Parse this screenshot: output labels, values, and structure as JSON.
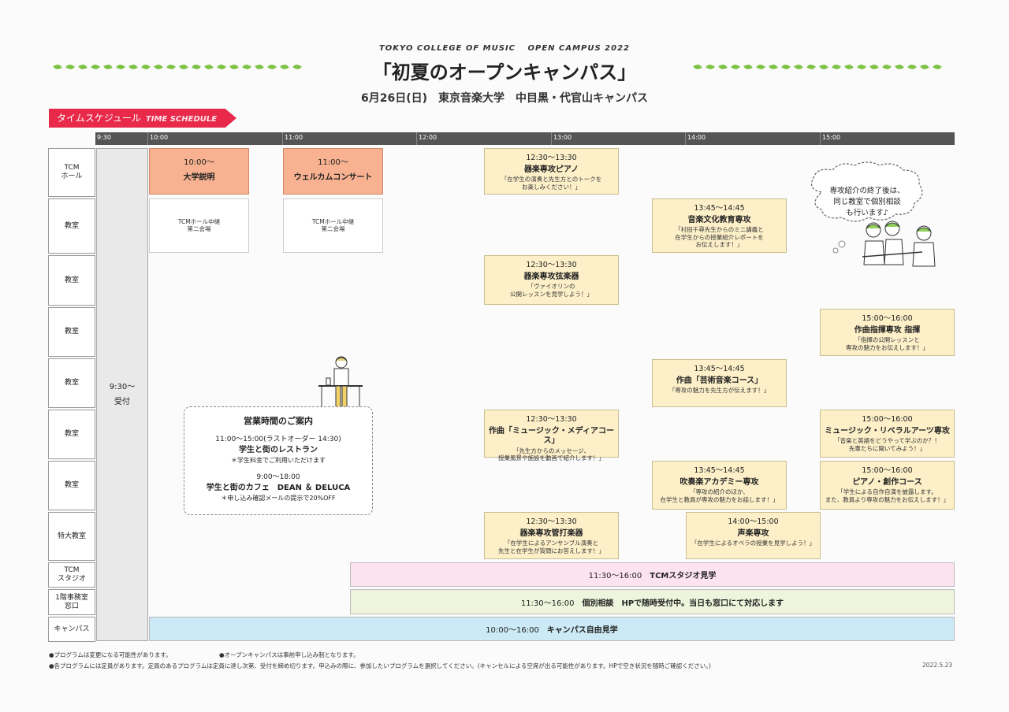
{
  "header": {
    "subtitle": "TOKYO COLLEGE OF MUSIC　 OPEN CAMPUS 2022",
    "title": "「初夏のオープンキャンパス」",
    "date_line": "6月26日(日)　東京音楽大学　中目黒・代官山キャンパス",
    "accent_color": "#e8294a",
    "leaf_color": "#7cc243"
  },
  "banner": {
    "label": "タイムスケジュール",
    "label_en": "TIME SCHEDULE"
  },
  "timeline": {
    "ticks": [
      "9:30",
      "10:00",
      "11:00",
      "12:00",
      "13:00",
      "14:00",
      "15:00"
    ]
  },
  "rows": [
    {
      "label": "TCM\nホール"
    },
    {
      "label": "教室"
    },
    {
      "label": "教室"
    },
    {
      "label": "教室"
    },
    {
      "label": "教室"
    },
    {
      "label": "教室"
    },
    {
      "label": "教室"
    },
    {
      "label": "特大教室"
    },
    {
      "label": "TCM\nスタジオ"
    },
    {
      "label": "1階事務室\n窓口"
    },
    {
      "label": "キャンパス"
    }
  ],
  "reception": {
    "time": "9:30～",
    "label": "受付"
  },
  "events": [
    {
      "time": "10:00～",
      "name": "大学説明",
      "desc": ""
    },
    {
      "time": "11:00～",
      "name": "ウェルカムコンサート",
      "desc": ""
    },
    {
      "time": "",
      "name": "",
      "desc": "TCMホール中継\n第二会場"
    },
    {
      "time": "",
      "name": "",
      "desc": "TCMホール中継\n第二会場"
    },
    {
      "time": "12:30～13:30",
      "name": "器楽専攻ピアノ",
      "desc": "「在学生の演奏と先生方とのトークを\nお楽しみください！」"
    },
    {
      "time": "13:45～14:45",
      "name": "音楽文化教育専攻",
      "desc": "「村田千尋先生からのミニ講義と\n在学生からの授業紹介レポートを\nお伝えします！」"
    },
    {
      "time": "12:30～13:30",
      "name": "器楽専攻弦楽器",
      "desc": "「ヴァイオリンの\n公開レッスンを見学しよう！」"
    },
    {
      "time": "15:00～16:00",
      "name": "作曲指揮専攻 指揮",
      "desc": "「指揮の公開レッスンと\n専攻の魅力をお伝えします！」"
    },
    {
      "time": "13:45～14:45",
      "name": "作曲「芸術音楽コース」",
      "desc": "「専攻の魅力を先生方が伝えます！」"
    },
    {
      "time": "12:30～13:30",
      "name": "作曲「ミュージック・メディアコース」",
      "desc": "「先生方からのメッセージ、\n授業風景や施設を動画で紹介します！」"
    },
    {
      "time": "15:00～16:00",
      "name": "ミュージック・リベラルアーツ専攻",
      "desc": "「音楽と英語をどうやって学ぶのか？！\n先輩たちに聞いてみよう！」"
    },
    {
      "time": "13:45～14:45",
      "name": "吹奏楽アカデミー専攻",
      "desc": "「専攻の紹介のほか、\n在学生と教員が専攻の魅力をお話します！」"
    },
    {
      "time": "15:00～16:00",
      "name": "ピアノ・創作コース",
      "desc": "「学生による自作自演を披露します。\nまた、教員より専攻の魅力をお伝えします！」"
    },
    {
      "time": "12:30～13:30",
      "name": "器楽専攻管打楽器",
      "desc": "「在学生によるアンサンブル演奏と\n先生と在学生が質問にお答えします！」"
    },
    {
      "time": "14:00～15:00",
      "name": "声楽専攻",
      "desc": "「在学生によるオペラの授業を見学しよう！」"
    }
  ],
  "bands": [
    {
      "time": "11:30～16:00",
      "name": "TCMスタジオ見学"
    },
    {
      "time": "11:30～16:00",
      "name": "個別相談　HPで随時受付中。当日も窓口にて対応します"
    },
    {
      "time": "10:00～16:00",
      "name": "キャンパス自由見学"
    }
  ],
  "cafe": {
    "heading": "営業時間のご案内",
    "restaurant_time": "11:00～15:00(ラストオーダー 14:30)",
    "restaurant_name": "学生と街のレストラン",
    "restaurant_note": "＊学生料金でご利用いただけます",
    "cafe_time": "9:00～18:00",
    "cafe_name": "学生と街のカフェ　DEAN ＆ DELUCA",
    "cafe_note": "＊申し込み確認メールの提示で20%OFF"
  },
  "callout": {
    "text": "専攻紹介の終了後は、\n同じ教室で個別相談\nも行います♪"
  },
  "notes": {
    "n1": "●プログラムは変更になる可能性があります。",
    "n2": "●オープンキャンパスは事前申し込み制となります。",
    "n3": "●各プログラムには定員があります。定員のあるプログラムは定員に達し次第、受付を締め切ります。申込みの際に、参加したいプログラムを選択してください。(キャンセルによる空席が出る可能性があります。HPで空き状況を随時ご確認ください。)",
    "date": "2022.5.23"
  }
}
